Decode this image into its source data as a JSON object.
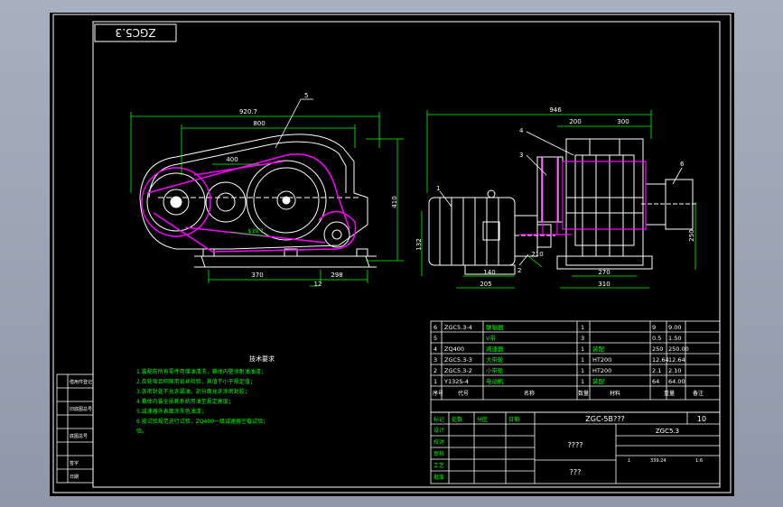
{
  "drawing": {
    "stamp": "ZGC5.3",
    "colors": {
      "background": "#000000",
      "frame": "#ffffff",
      "outline": "#ffffff",
      "highlight": "#ff00ff",
      "dimension": "#00ff00",
      "text": "#ffffff"
    },
    "front_view": {
      "callouts": [
        "5"
      ],
      "dimensions": {
        "d_920": "920.7",
        "d_800": "800",
        "d_400": "400",
        "d_410": "410",
        "d_370": "370",
        "d_298": "298",
        "d_12": "12",
        "d_note": "$19.7"
      }
    },
    "side_view": {
      "callouts": [
        "1",
        "2",
        "3",
        "4",
        "6"
      ],
      "dimensions": {
        "d_946": "946",
        "d_200": "200",
        "d_300": "300",
        "d_250": "250",
        "d_132": "132",
        "d_210": "210",
        "d_140": "140",
        "d_205": "205",
        "d_270": "270",
        "d_310": "310"
      }
    },
    "notes": {
      "title": "技术要求",
      "lines": [
        "1.装配前所有零件用煤油清洗，箱体内壁涂耐油油漆；",
        "2.齿轮啮合侧隙用铅丝检验，其值不小于规定值；",
        "3.各密封处不允许漏油，剖分面允许涂密封胶；",
        "4.箱体内装全损耗系统用油至规定高度；",
        "5.减速器外表面涂灰色油漆；",
        "6.按试验规范进行试验，ZQ400一级减速器空载试验；",
        "验。"
      ]
    },
    "left_stamp_rows": [
      "借用件登记",
      "",
      "旧底图总号",
      "",
      "底图总号",
      "",
      "签字",
      "日期"
    ],
    "bom": {
      "rows": [
        {
          "no": "6",
          "code": "ZGC5.3-4",
          "name": "联轴器",
          "qty": "1",
          "material": "",
          "w1": "9",
          "w2": "9.00"
        },
        {
          "no": "5",
          "code": "",
          "name": "V带",
          "qty": "3",
          "material": "",
          "w1": "0.5",
          "w2": "1.50"
        },
        {
          "no": "4",
          "code": "ZQ400",
          "name": "减速器",
          "qty": "1",
          "material": "装配",
          "w1": "250",
          "w2": "250.00"
        },
        {
          "no": "3",
          "code": "ZGC5.3-3",
          "name": "大带轮",
          "qty": "1",
          "material": "HT200",
          "w1": "12.64",
          "w2": "12.64"
        },
        {
          "no": "2",
          "code": "ZGC5.3-2",
          "name": "小带轮",
          "qty": "1",
          "material": "HT200",
          "w1": "2.1",
          "w2": "2.10"
        },
        {
          "no": "1",
          "code": "Y132S-4",
          "name": "电动机",
          "qty": "1",
          "material": "装配",
          "w1": "64",
          "w2": "64.00"
        }
      ],
      "header": {
        "no": "序号",
        "code": "代号",
        "name": "名称",
        "qty": "数量",
        "material": "材料",
        "weight": "重量",
        "note": "备注"
      }
    },
    "title_block": {
      "model": "ZGC-5B???",
      "sheet_count": "10",
      "drawing_no": "ZGC5.3",
      "name": "????",
      "company": "???",
      "labels": [
        "设计",
        "校对",
        "审核",
        "工艺",
        "批准",
        "标记",
        "处数",
        "分区",
        "日期"
      ],
      "mass": "339.24",
      "scale": "1:6",
      "sheets": "1"
    }
  }
}
